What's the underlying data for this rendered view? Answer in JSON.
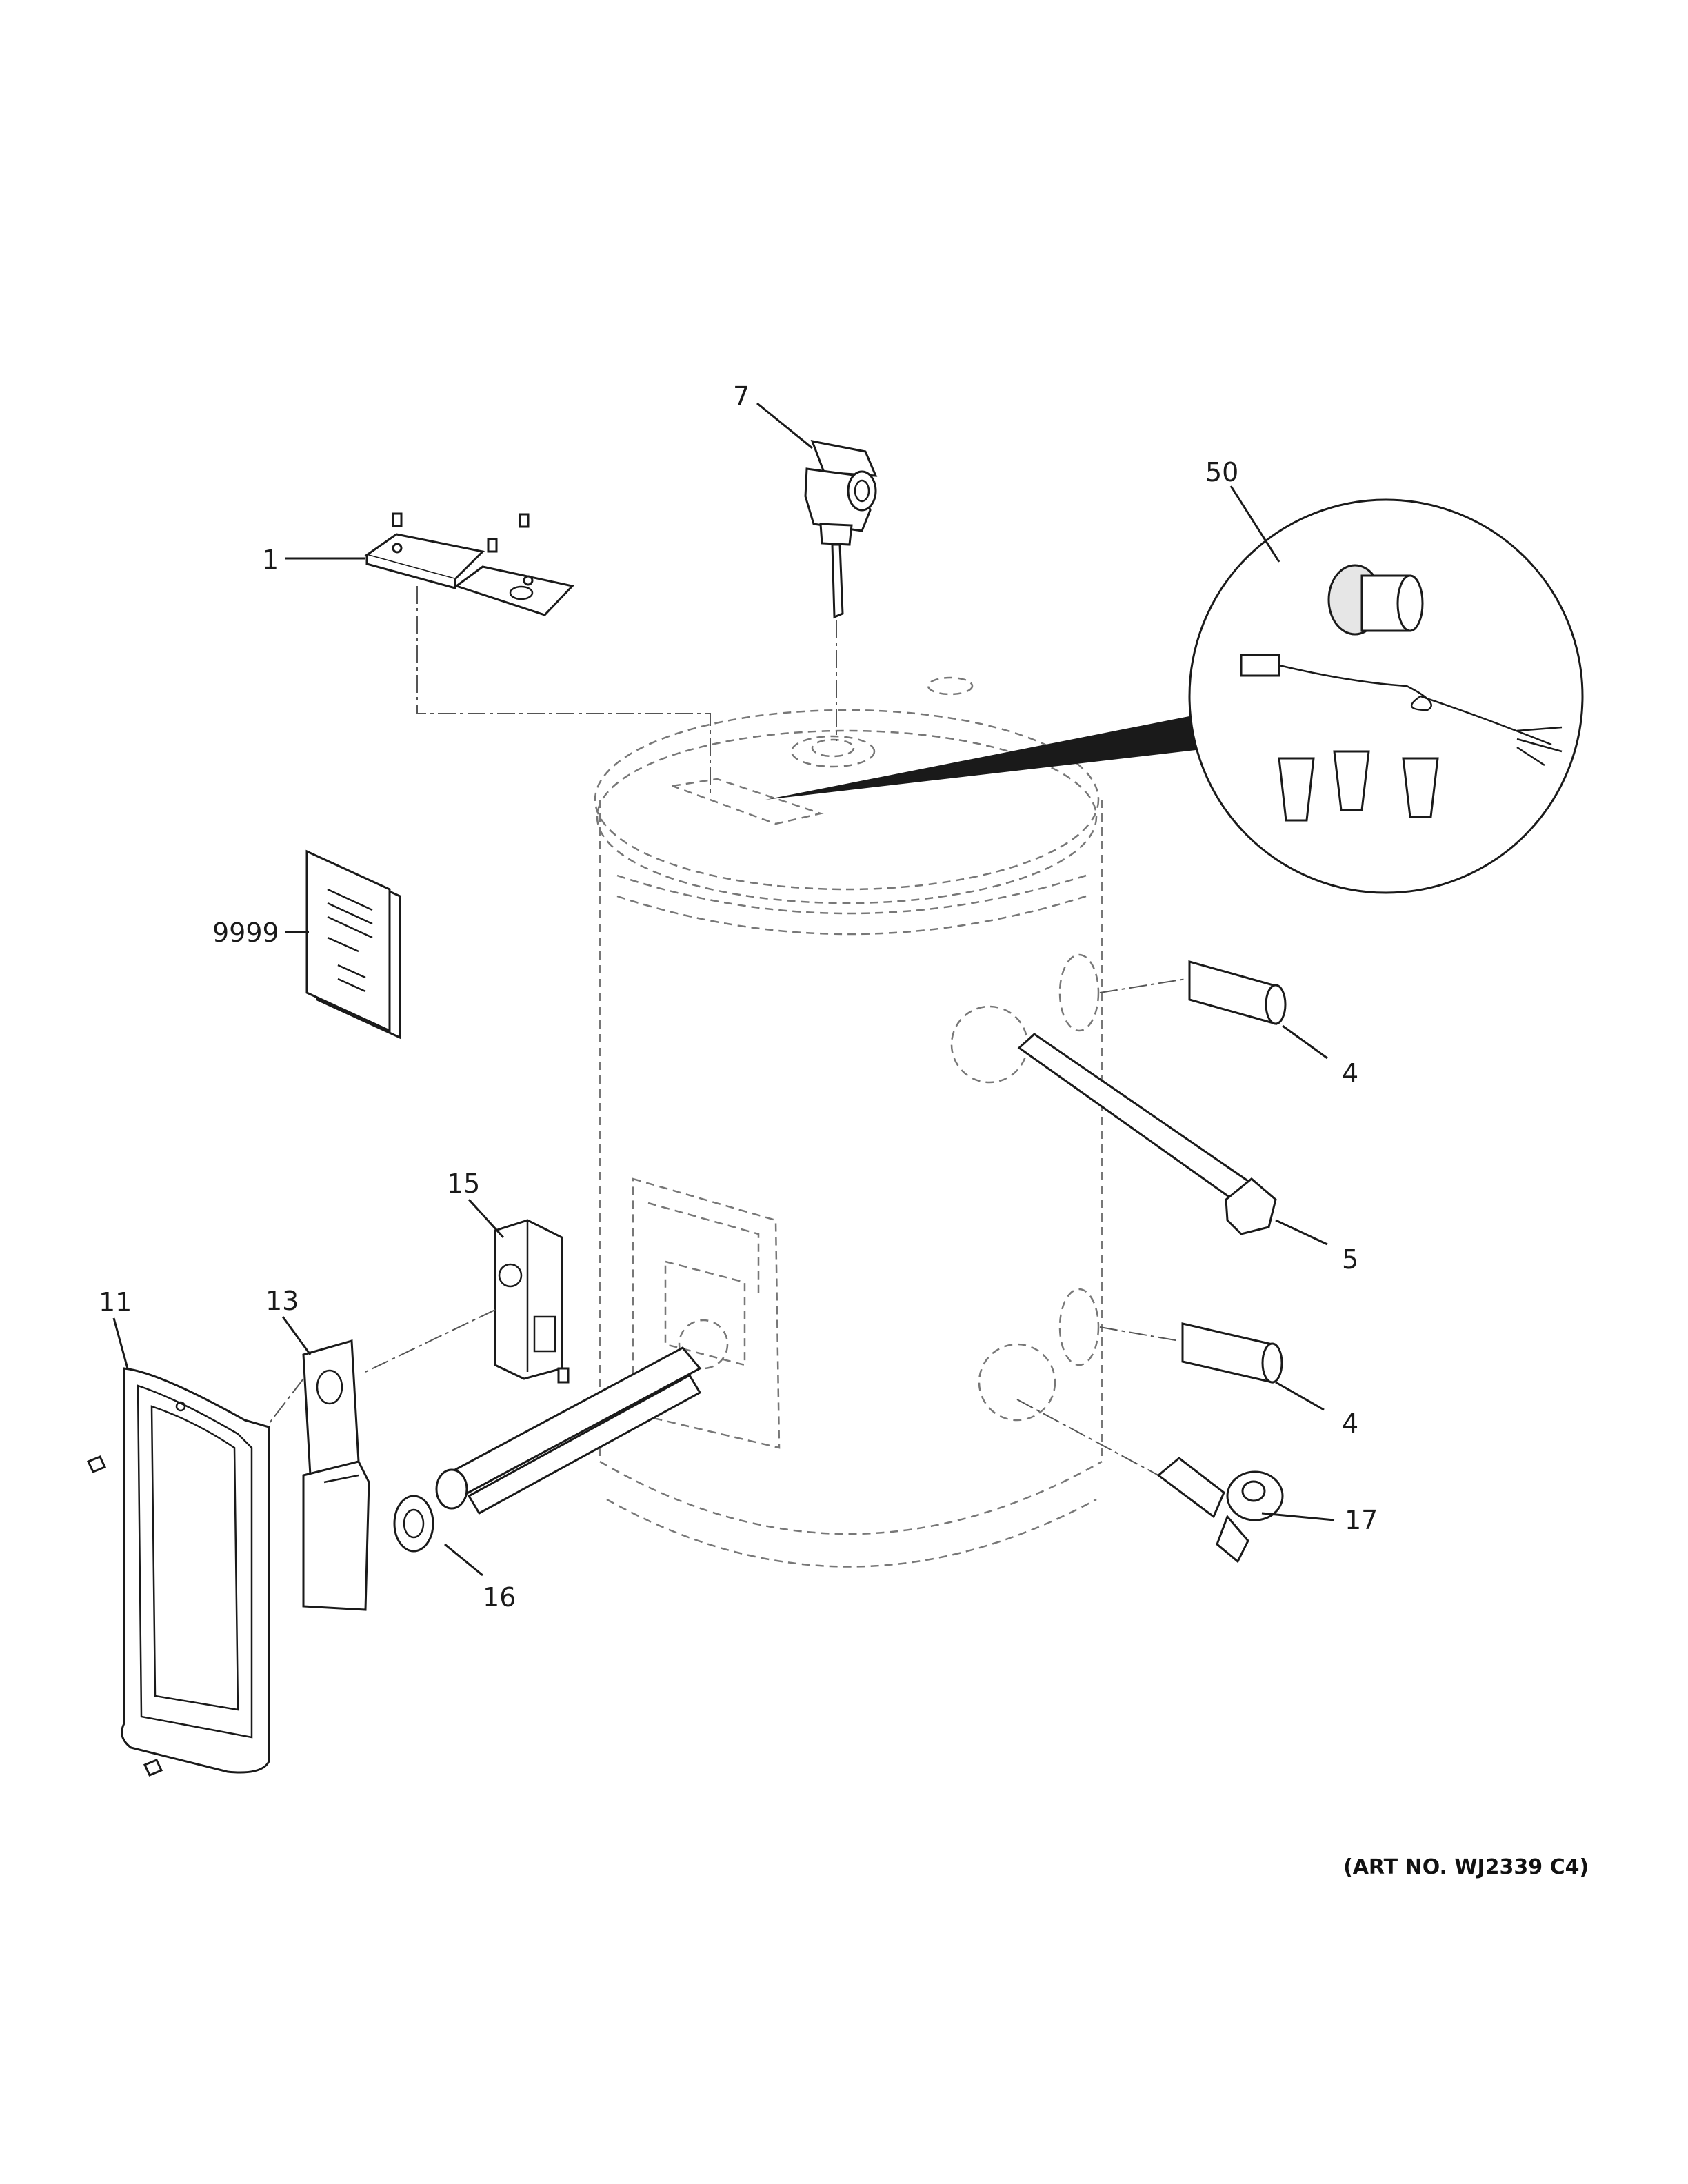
{
  "colors": {
    "line": "#1a1a1a",
    "hidden_line": "#777777",
    "background": "#ffffff"
  },
  "callouts": {
    "p1": "1",
    "p4a": "4",
    "p4b": "4",
    "p5": "5",
    "p7": "7",
    "p11": "11",
    "p13": "13",
    "p15": "15",
    "p16": "16",
    "p17": "17",
    "p50": "50",
    "p9999": "9999"
  },
  "art_number": "(ART NO. WJ2339 C4)"
}
